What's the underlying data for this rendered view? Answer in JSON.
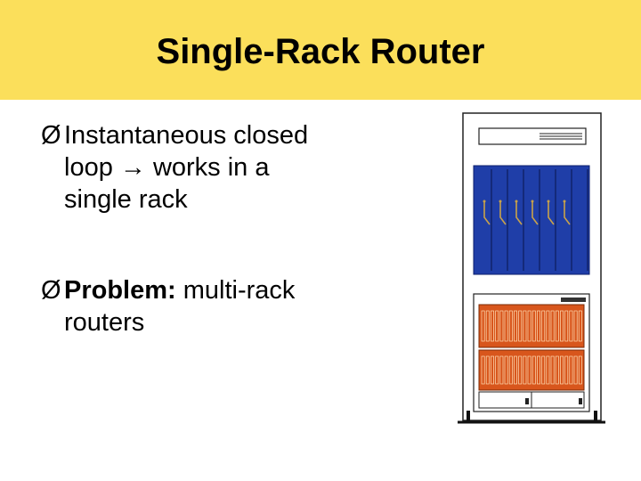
{
  "slide": {
    "title": "Single-Rack Router",
    "bullets": [
      {
        "marker": "Ø",
        "lines": [
          "Instantaneous closed",
          "loop → works in a",
          "single rack"
        ]
      },
      {
        "marker": "Ø",
        "bold_prefix": "Problem:",
        "lines_after": [
          " multi-rack",
          "routers"
        ]
      }
    ],
    "colors": {
      "title_band": "#fbdf5b",
      "line_cards": "#1f3ea8",
      "ports": "#d8561c"
    },
    "illustration": "router-rack"
  }
}
